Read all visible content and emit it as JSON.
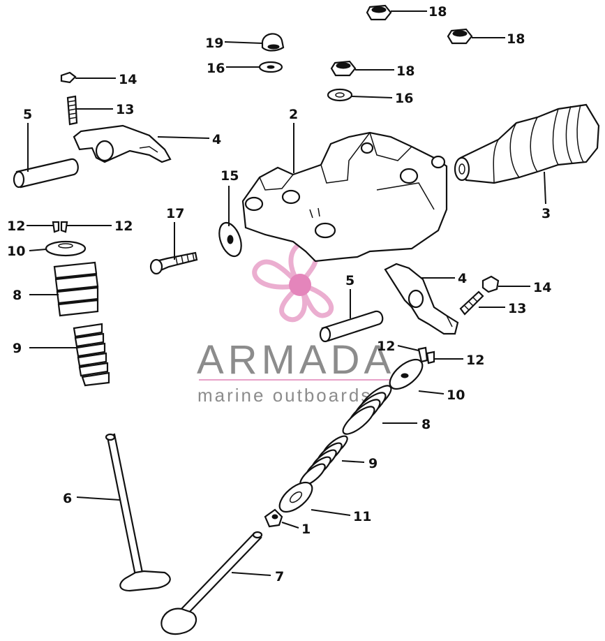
{
  "watermark": {
    "brand": "ARMADA",
    "tagline": "marine outboards",
    "logo_color": "#e8a0c8",
    "logo_accent": "#e070b0",
    "text_color": "#8c8c8c"
  },
  "callouts": {
    "c18a": "18",
    "c18b": "18",
    "c18c": "18",
    "c19": "19",
    "c16a": "16",
    "c16b": "16",
    "c14a": "14",
    "c13a": "13",
    "c5a": "5",
    "c4a": "4",
    "c2": "2",
    "c3": "3",
    "c15": "15",
    "c17": "17",
    "c12a": "12",
    "c12b": "12",
    "c10a": "10",
    "c8a": "8",
    "c9a": "9",
    "c5b": "5",
    "c4b": "4",
    "c14b": "14",
    "c13b": "13",
    "c12c": "12",
    "c12d": "12",
    "c10b": "10",
    "c8b": "8",
    "c9b": "9",
    "c6": "6",
    "c11": "11",
    "c1": "1",
    "c7": "7"
  }
}
